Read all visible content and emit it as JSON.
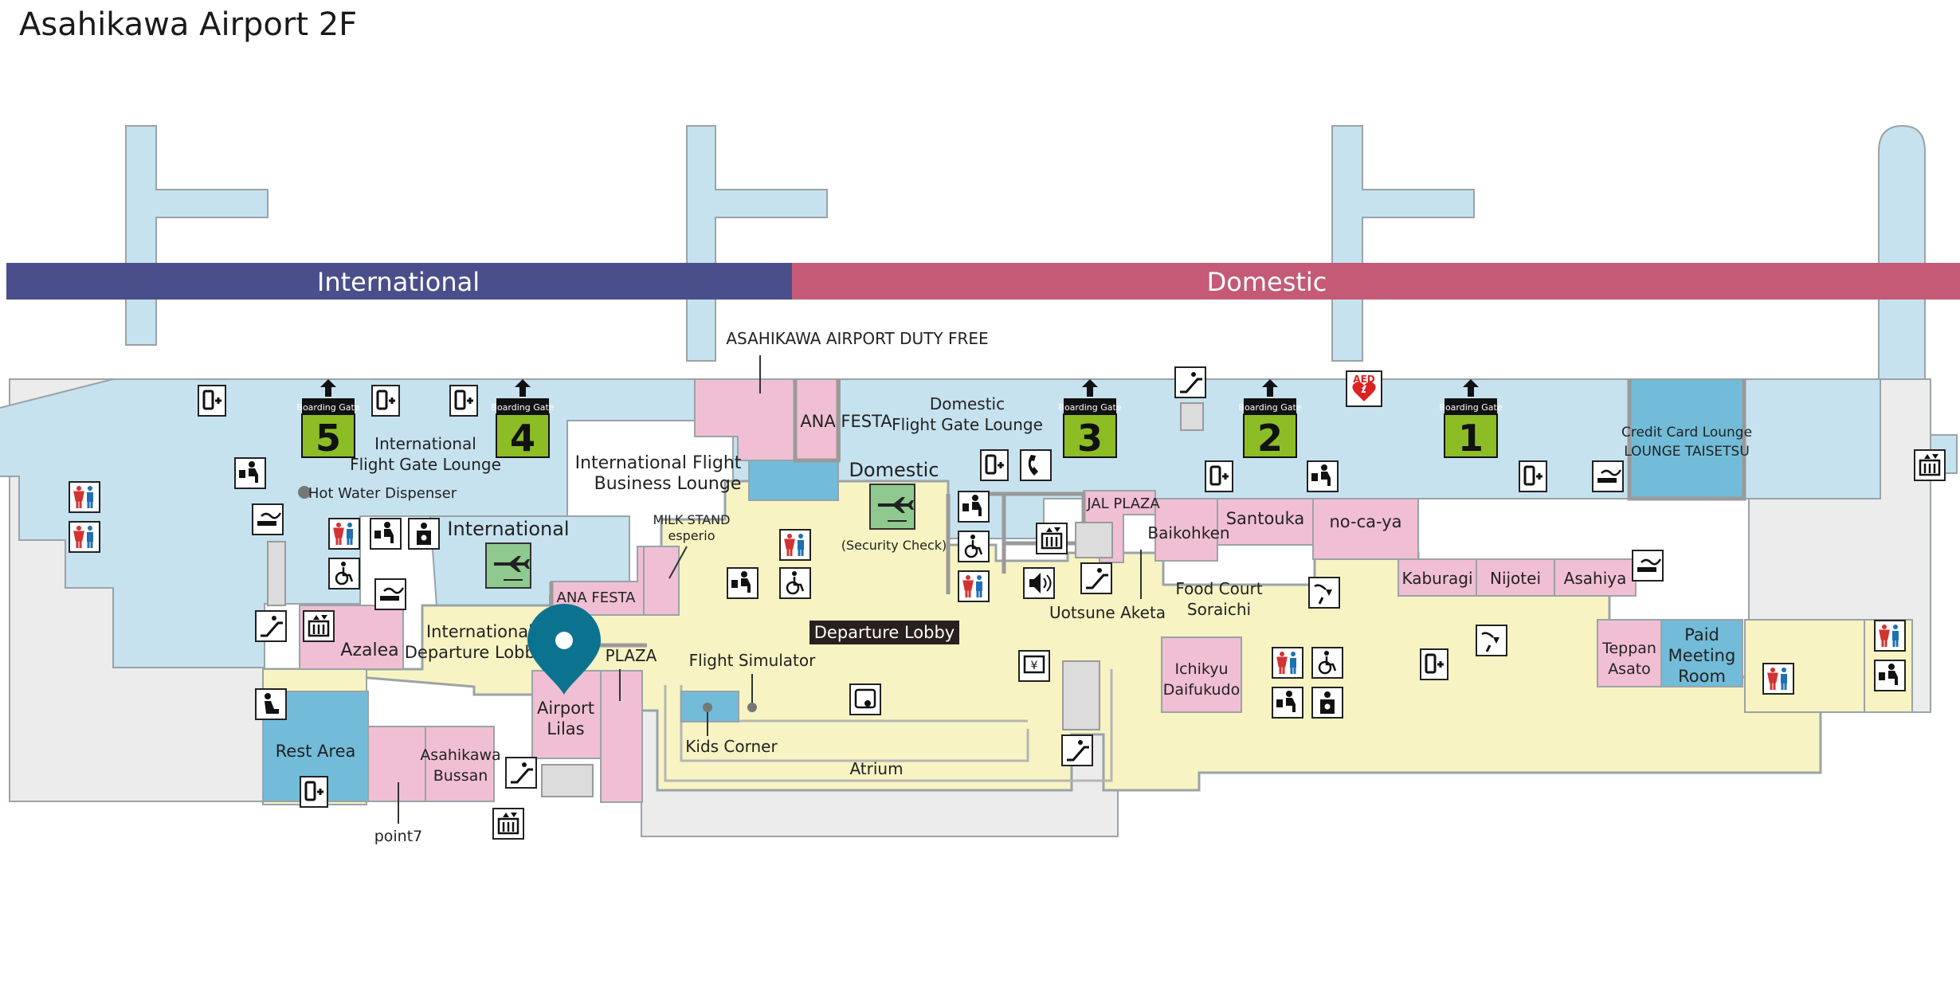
{
  "title": "Asahikawa Airport 2F",
  "bands": {
    "international": "International",
    "domestic": "Domestic"
  },
  "colors": {
    "international_band": "#4a4f8c",
    "domestic_band": "#c45a76",
    "gate_area": "#c6e2ef",
    "lobby": "#f8f3c2",
    "shop": "#f0bfd3",
    "lounge": "#72bcd9",
    "service": "#ececec",
    "gate_sign": "#8dbd24",
    "marker": "#0b7390"
  },
  "gates": [
    {
      "label": "Boarding Gate",
      "number": "5"
    },
    {
      "label": "Boarding Gate",
      "number": "4"
    },
    {
      "label": "Boarding Gate",
      "number": "3"
    },
    {
      "label": "Boarding Gate",
      "number": "2"
    },
    {
      "label": "Boarding Gate",
      "number": "1"
    }
  ],
  "labels": {
    "duty_free": "ASAHIKAWA AIRPORT DUTY FREE",
    "ana_festa_top": "ANA FESTA",
    "domestic_lounge_1": "Domestic",
    "domestic_lounge_2": "Flight Gate Lounge",
    "intl_lounge_1": "International",
    "intl_lounge_2": "Flight Gate Lounge",
    "hot_water": "Hot Water Dispenser",
    "intl_business_1": "International Flight",
    "intl_business_2": "Business Lounge",
    "international_security": "International",
    "domestic_security": "Domestic",
    "security_check": "(Security Check)",
    "milk_stand_1": "MILK STAND",
    "milk_stand_2": "esperio",
    "ana_festa_lower": "ANA FESTA",
    "jal_plaza": "JAL PLAZA",
    "baikohken": "Baikohken",
    "santouka": "Santouka",
    "no_ca_ya": "no-ca-ya",
    "credit_lounge_1": "Credit Card Lounge",
    "credit_lounge_2": "LOUNGE TAISETSU",
    "food_court_1": "Food Court",
    "food_court_2": "Soraichi",
    "kaburagi": "Kaburagi",
    "nijotei": "Nijotei",
    "asahiya": "Asahiya",
    "uotsune": "Uotsune Aketa",
    "departure_lobby": "Departure Lobby",
    "intl_departure_1": "International",
    "intl_departure_2": "Departure Lobby",
    "azalea": "Azalea",
    "plaza": "PLAZA",
    "flight_simulator": "Flight Simulator",
    "airport_lilas_1": "Airport",
    "airport_lilas_2": "Lilas",
    "rest_area": "Rest Area",
    "asahikawa_bussan_1": "Asahikawa",
    "asahikawa_bussan_2": "Bussan",
    "point7": "point7",
    "kids_corner": "Kids Corner",
    "atrium": "Atrium",
    "ichikyu_1": "Ichikyu",
    "ichikyu_2": "Daifukudo",
    "teppan_1": "Teppan",
    "teppan_2": "Asato",
    "paid_meeting_1": "Paid",
    "paid_meeting_2": "Meeting",
    "paid_meeting_3": "Room",
    "aed": "AED"
  }
}
